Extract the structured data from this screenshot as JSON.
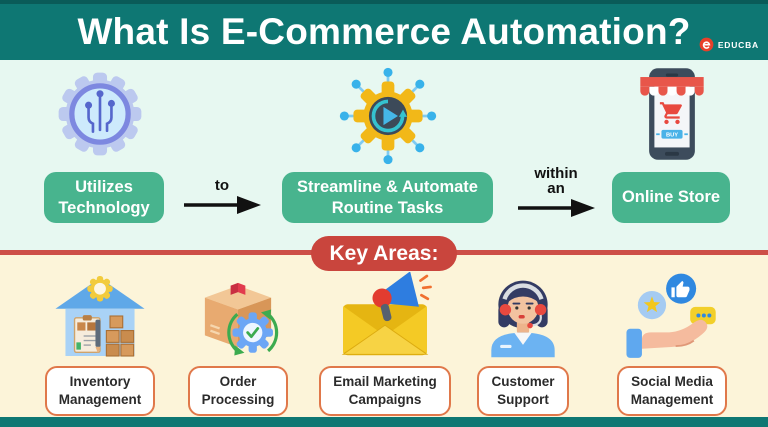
{
  "header": {
    "title": "What Is E-Commerce Automation?",
    "brand": "EDUCBA"
  },
  "flow": {
    "steps": [
      {
        "label": "Utilizes\nTechnology",
        "icon": "technology-gear-icon"
      },
      {
        "label": "Streamline & Automate\nRoutine Tasks",
        "icon": "automation-network-icon"
      },
      {
        "label": "Online Store",
        "icon": "online-store-phone-icon"
      }
    ],
    "connectors": [
      {
        "label": "to"
      },
      {
        "label": "within\nan"
      }
    ],
    "store_button_label": "BUY"
  },
  "key_areas": {
    "heading": "Key Areas:",
    "items": [
      {
        "label": "Inventory\nManagement",
        "icon": "warehouse-icon"
      },
      {
        "label": "Order\nProcessing",
        "icon": "package-gear-icon"
      },
      {
        "label": "Email Marketing\nCampaigns",
        "icon": "envelope-megaphone-icon"
      },
      {
        "label": "Customer\nSupport",
        "icon": "support-agent-icon"
      },
      {
        "label": "Social Media\nManagement",
        "icon": "hand-social-icon"
      }
    ]
  },
  "icons": {
    "header": "educba-logo-icon",
    "flow": [
      "technology-gear-icon",
      "automation-network-icon",
      "online-store-phone-icon"
    ],
    "arrow": "right-arrow-icon",
    "key_areas": [
      "warehouse-icon",
      "package-gear-icon",
      "envelope-megaphone-icon",
      "support-agent-icon",
      "hand-social-icon"
    ]
  },
  "colors": {
    "header_teal": "#0e7773",
    "header_edge": "#0a5b58",
    "mint_bg": "#e7f8f1",
    "button_green": "#48b48e",
    "ribbon_red": "#c9453d",
    "divider_red": "#cd4f47",
    "cream_bg": "#fcf4d9",
    "card_border_orange": "#e0784a",
    "logo_red": "#e8402a"
  }
}
